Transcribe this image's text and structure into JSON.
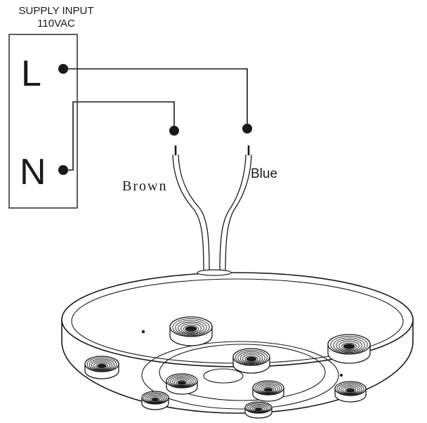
{
  "supply": {
    "title_line1": "SUPPLY INPUT",
    "title_line2": "110VAC",
    "terminal_live": "L",
    "terminal_neutral": "N"
  },
  "wires": {
    "brown_label": "Brown",
    "blue_label": "Blue"
  },
  "colors": {
    "ink": "#1a1a1a",
    "background": "#ffffff"
  }
}
